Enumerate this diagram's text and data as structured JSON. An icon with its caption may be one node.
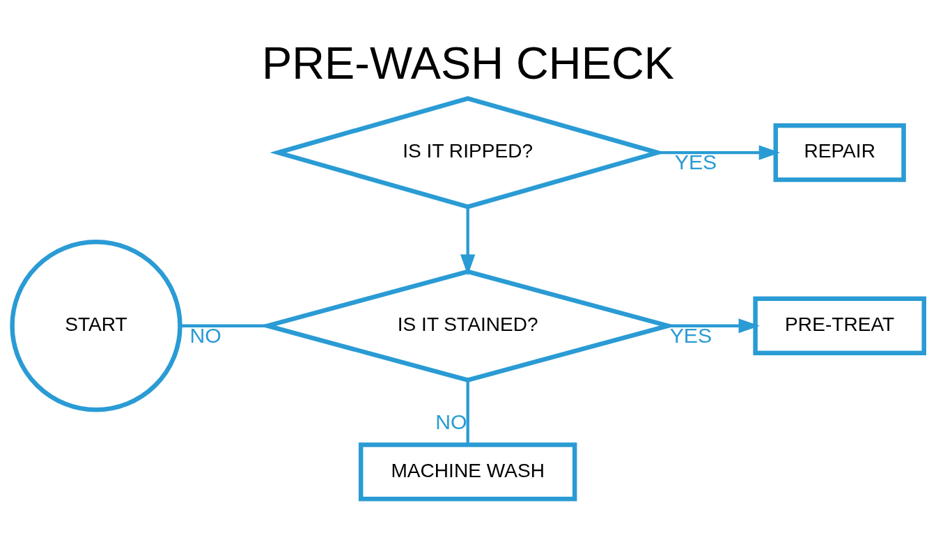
{
  "diagram": {
    "title": "PRE-WASH CHECK",
    "nodes": [
      {
        "text": [
          "START"
        ]
      },
      {
        "text": [
          "IS IT RIPPED?"
        ]
      },
      {
        "text": [
          "REPAIR"
        ]
      },
      {
        "text": [
          "IS IT STAINED?"
        ]
      },
      {
        "text": [
          "PRE-TREAT"
        ]
      },
      {
        "text": [
          "MACHINE WASH"
        ]
      }
    ],
    "edges": [
      {
        "from": 0,
        "to": 3,
        "arrow": "none",
        "label": "NO"
      },
      {
        "from": 1,
        "to": 2,
        "arrow": "to",
        "label": "YES"
      },
      {
        "from": 1,
        "to": 3,
        "arrow": "to"
      },
      {
        "from": 3,
        "to": 4,
        "arrow": "to",
        "label": "YES"
      },
      {
        "from": 3,
        "to": 5,
        "arrow": "none",
        "label": "NO"
      }
    ]
  }
}
